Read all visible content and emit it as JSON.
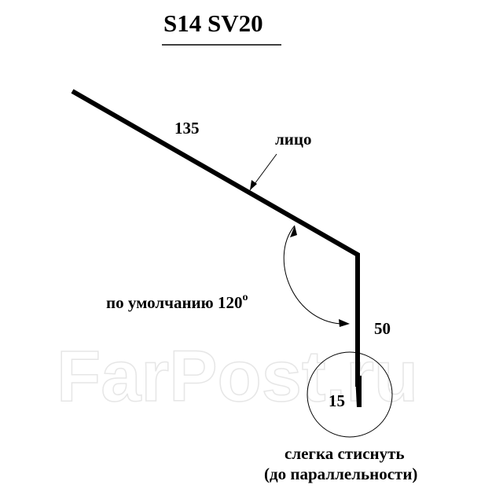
{
  "title": "S14 SV20",
  "dimensions": {
    "top_segment": "135",
    "vertical_segment": "50",
    "hem": "15"
  },
  "labels": {
    "face": "лицо",
    "angle_text": "по умолчанию 120",
    "angle_unit": "o",
    "note_line1": "слегка стиснуть",
    "note_line2": "(до параллельности)"
  },
  "watermark": "FarPost.ru",
  "colors": {
    "ink": "#000000",
    "watermark": "#e6e6e6",
    "background": "#ffffff"
  }
}
